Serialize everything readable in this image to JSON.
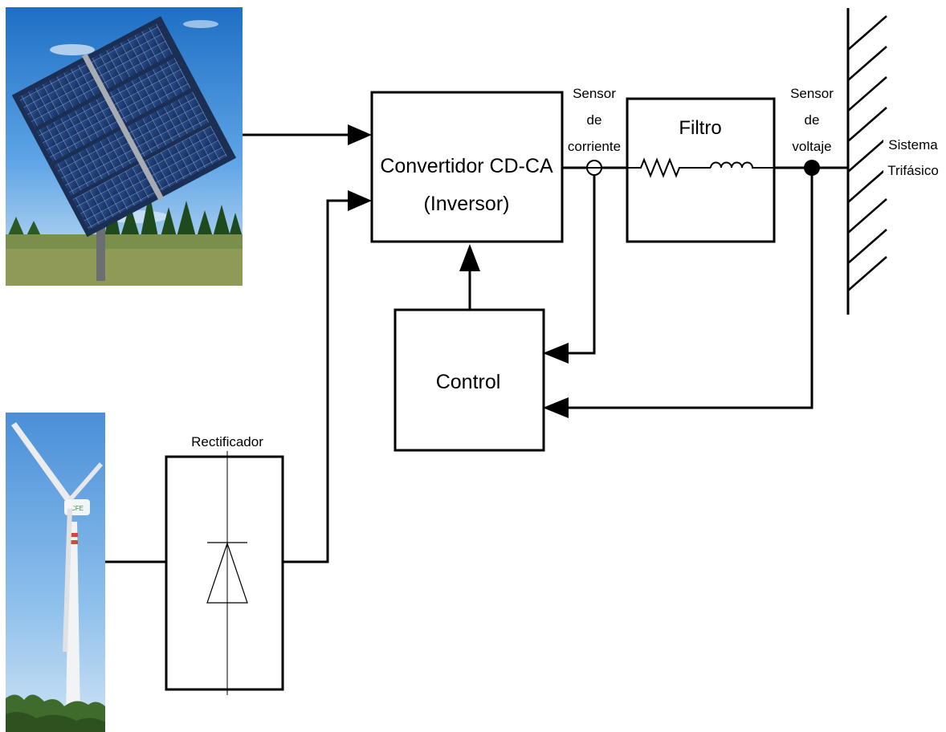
{
  "blocks": {
    "inverter_line1": "Convertidor CD-CA",
    "inverter_line2": "(Inversor)",
    "filter": "Filtro",
    "control": "Control",
    "rectifier": "Rectificador"
  },
  "sensors": {
    "current": [
      "Sensor",
      "de",
      "corriente"
    ],
    "voltage": [
      "Sensor",
      "de",
      "voltaje"
    ]
  },
  "grid": [
    "Sistema",
    "Trifásico"
  ],
  "photos": {
    "solar": "solar-panel-photo",
    "wind": "wind-turbine-photo",
    "turbine_logo": "CFE"
  }
}
